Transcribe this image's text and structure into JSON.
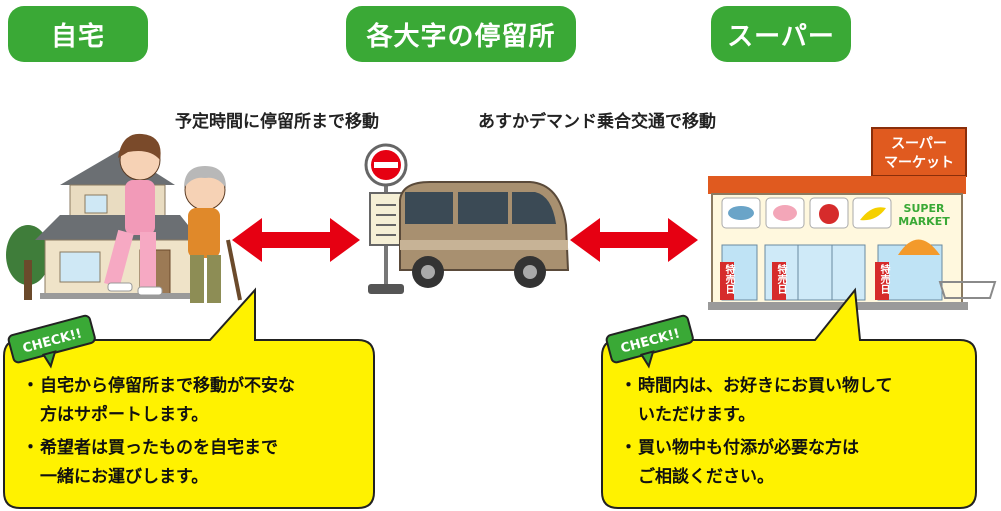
{
  "headers": {
    "home": "自宅",
    "bus_stop": "各大字の停留所",
    "supermarket": "スーパー"
  },
  "captions": {
    "to_stop": "予定時間に停留所まで移動",
    "to_super": "あすかデマンド乗合交通で移動"
  },
  "check_label": "CHECK!!",
  "store": {
    "sign_line1": "スーパー",
    "sign_line2": "マーケット",
    "name_line1": "SUPER",
    "name_line2": "MARKET",
    "sale_banner": "特売日"
  },
  "notes": {
    "left": [
      {
        "line1": "自宅から停留所まで移動が不安な",
        "line2": "方はサポートします。"
      },
      {
        "line1": "希望者は買ったものを自宅まで",
        "line2": "一緒にお運びします。"
      }
    ],
    "right": [
      {
        "line1": "時間内は、お好きにお買い物して",
        "line2": "いただけます。"
      },
      {
        "line1": "買い物中も付添が必要な方は",
        "line2": "ご相談ください。"
      }
    ]
  },
  "colors": {
    "header_green": "#3aa936",
    "arrow_red": "#e60012",
    "note_yellow": "#fff200",
    "check_green": "#3aa936"
  }
}
